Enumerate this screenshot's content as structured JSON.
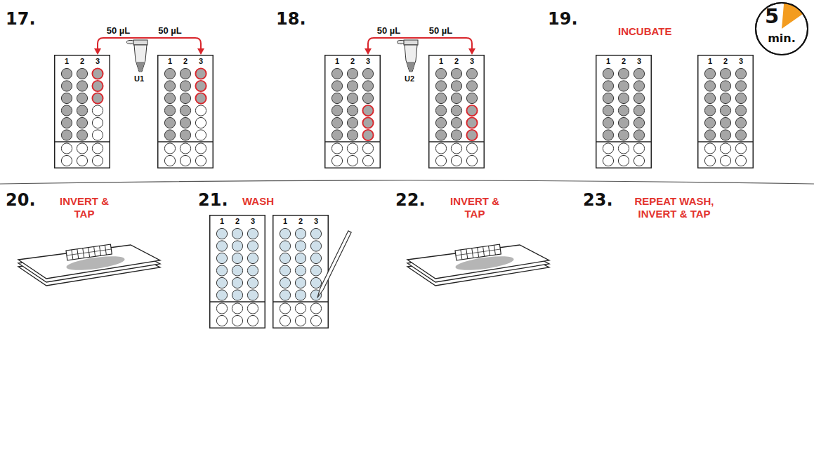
{
  "diagram": {
    "nodes": [
      {
        "text": [
          "1",
          "2",
          "3"
        ]
      },
      {
        "text": [
          "U1"
        ]
      },
      {
        "text": [
          "1",
          "2",
          "3"
        ]
      },
      {
        "text": [
          "1",
          "2",
          "3"
        ]
      },
      {
        "text": [
          "U2"
        ]
      },
      {
        "text": [
          "1",
          "2",
          "3"
        ]
      },
      {
        "text": [
          "1",
          "2",
          "3"
        ]
      },
      {
        "text": [
          "1",
          "2",
          "3"
        ]
      },
      {
        "text": [
          "5",
          "min."
        ]
      },
      {
        "text": [
          "1",
          "2",
          "3"
        ]
      },
      {
        "text": [
          "1",
          "2",
          "3"
        ]
      }
    ],
    "edges": [
      {
        "from": 1,
        "to": 0,
        "arrow": "to",
        "label": "50 µL"
      },
      {
        "from": 1,
        "to": 2,
        "arrow": "to",
        "label": "50 µL"
      },
      {
        "from": 4,
        "to": 3,
        "arrow": "to",
        "label": "50 µL"
      },
      {
        "from": 4,
        "to": 5,
        "arrow": "to",
        "label": "50 µL"
      }
    ],
    "labels": [
      "17.",
      "18.",
      "19.",
      "INCUBATE",
      "20.",
      "INVERT & TAP",
      "21.",
      "WASH",
      "22.",
      "INVERT & TAP",
      "23.",
      "REPEAT WASH, INVERT & TAP"
    ]
  }
}
